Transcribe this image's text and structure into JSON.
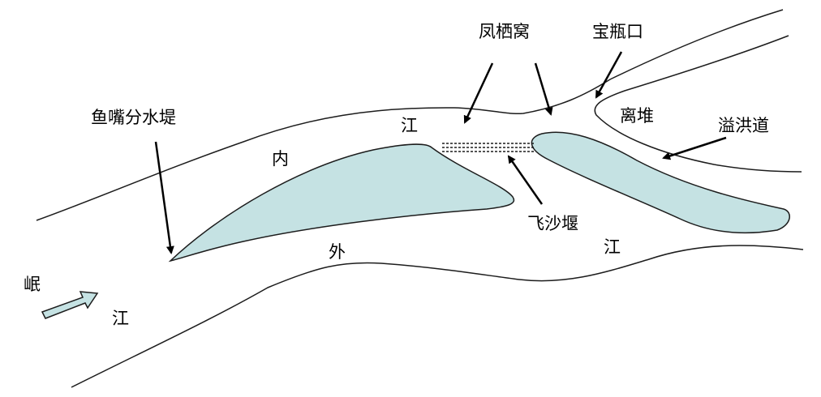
{
  "labels": {
    "fish_mouth": "鱼嘴分水堤",
    "phoenix_nest": "凤栖窝",
    "bottle_neck": "宝瓶口",
    "lidui": "离堆",
    "spillway": "溢洪道",
    "feisha_weir": "飞沙堰",
    "inner": "内",
    "inner_river": "江",
    "outer": "外",
    "outer_river": "江",
    "min": "岷",
    "min_river": "江"
  },
  "colors": {
    "island_fill": "#c5e2e3",
    "stroke": "#1c1c1c",
    "flow_arrow_fill": "#c5e2e3"
  },
  "icons": {
    "flow_direction": "arrow-right-icon"
  }
}
